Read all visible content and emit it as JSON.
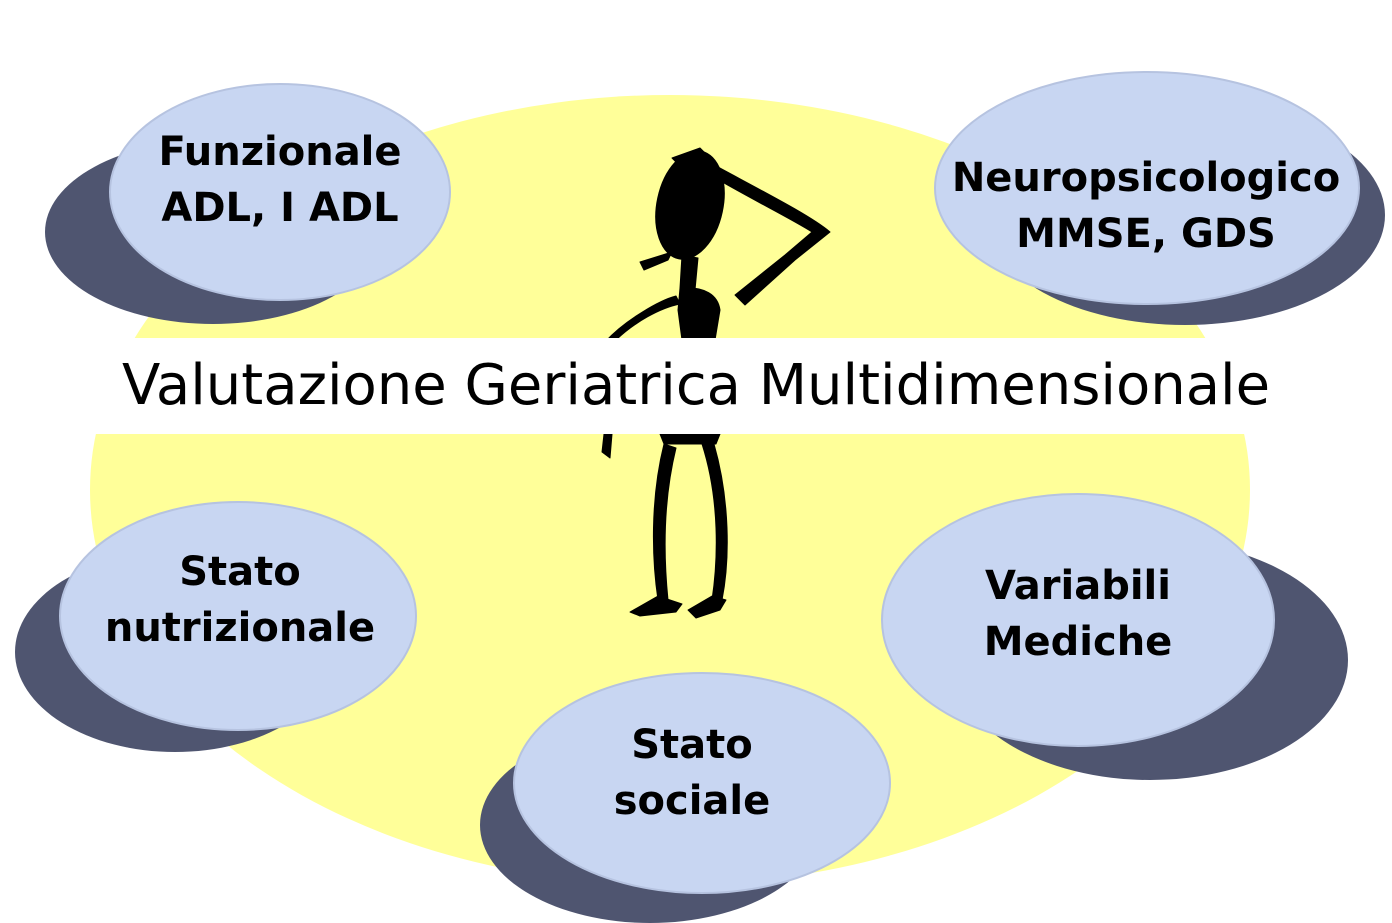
{
  "title": "Valutazione Geriatrica Multidimensionale",
  "colors": {
    "background_disc": "#ffff99",
    "disk_top": "#c8d6f2",
    "disk_side": "#4f5570",
    "figure": "#000000"
  },
  "icons": [
    "thinking-person-icon"
  ],
  "dimensions": [
    {
      "id": "funzionale",
      "line1": "Funzionale",
      "line2": "ADL, I ADL"
    },
    {
      "id": "neuropsicologico",
      "line1": "Neuropsicologico",
      "line2": "MMSE, GDS"
    },
    {
      "id": "nutrizionale",
      "line1": "Stato",
      "line2": "nutrizionale"
    },
    {
      "id": "medica",
      "line1": "Variabili",
      "line2": "Mediche"
    },
    {
      "id": "sociale",
      "line1": "Stato",
      "line2": "sociale"
    }
  ]
}
